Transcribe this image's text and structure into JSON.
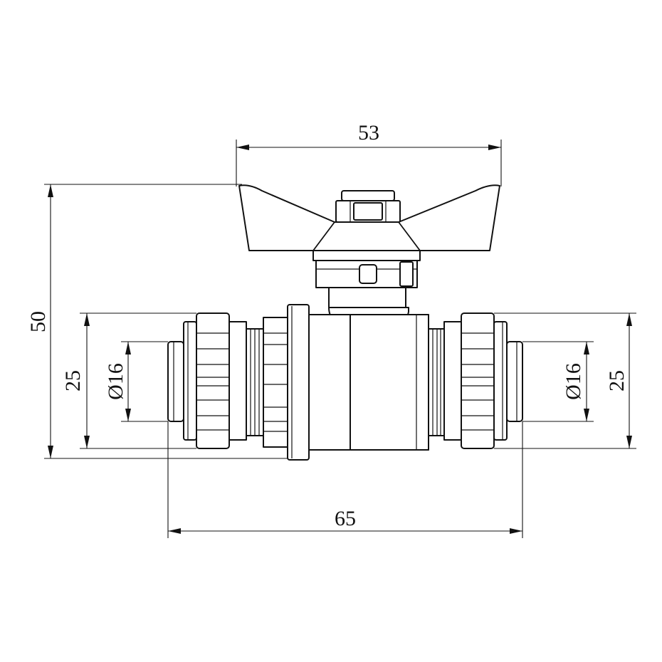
{
  "dimensions": {
    "handle_width": "53",
    "total_height": "50",
    "overall_length": "65",
    "left_thread": "25",
    "left_pipe_diameter": "Ø16",
    "right_pipe_diameter": "Ø16",
    "right_thread": "25"
  }
}
